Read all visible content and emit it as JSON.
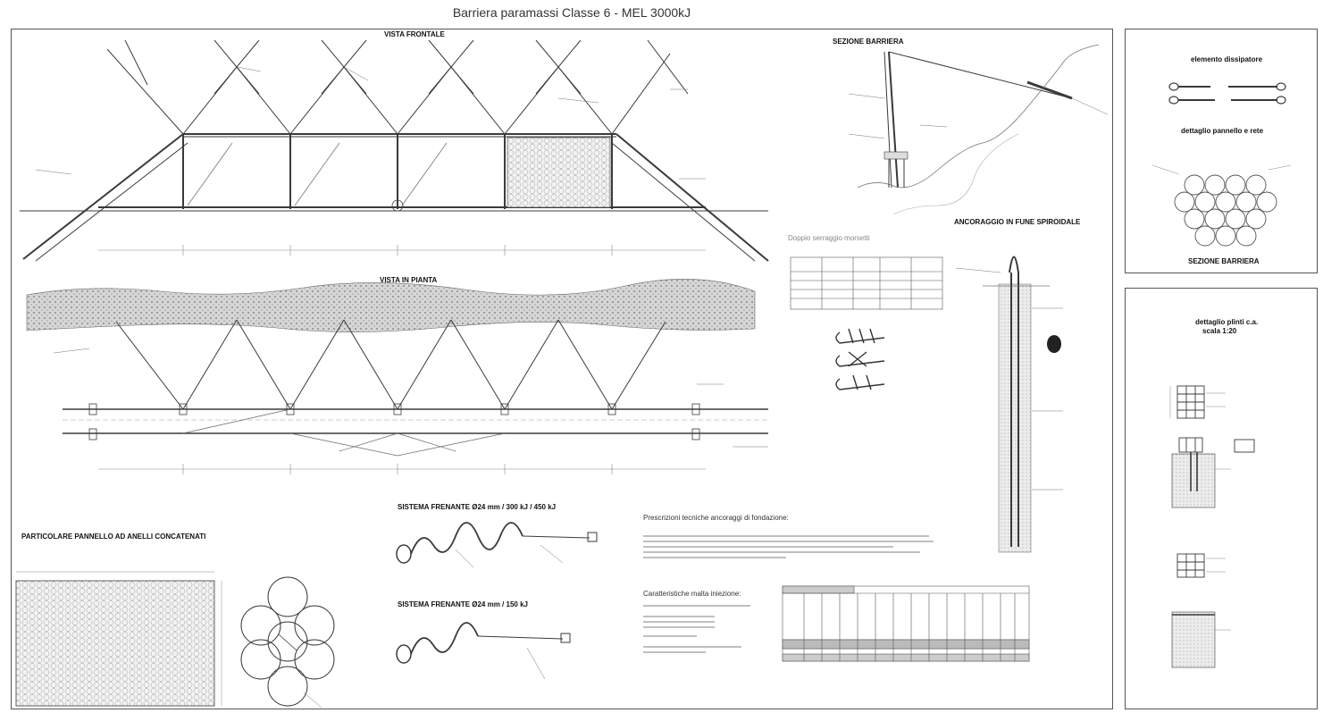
{
  "sheet": {
    "title": "Barriera paramassi Classe 6 - MEL 3000kJ"
  },
  "views": {
    "front": "VISTA FRONTALE",
    "plan": "VISTA IN PIANTA",
    "section": "SEZIONE BARRIERA",
    "anchor": "ANCORAGGIO IN FUNE SPIROIDALE",
    "panel_detail": "PARTICOLARE PANNELLO AD ANELLI CONCATENATI",
    "brake_1": "SISTEMA FRENANTE Ø24 mm / 300 kJ / 450 kJ",
    "brake_2": "SISTEMA FRENANTE Ø24 mm / 150 kJ"
  },
  "side_top": {
    "dissipator": "elemento dissipatore",
    "panel_net": "dettaglio pannello e rete",
    "section": "SEZIONE BARRIERA"
  },
  "side_bottom": {
    "plinth": "dettaglio plinti c.a.",
    "scale": "scala 1:20"
  },
  "notes": {
    "anchors_title": "Prescrizioni tecniche ancoraggi di fondazione:",
    "mesh_title": "Caratteristiche malta iniezione:",
    "clamps_title": "Doppio serraggio morsetti"
  },
  "colors": {
    "line": "#3a3a3a",
    "hatch": "#9a9a9a",
    "faint": "#b5b5b5"
  }
}
